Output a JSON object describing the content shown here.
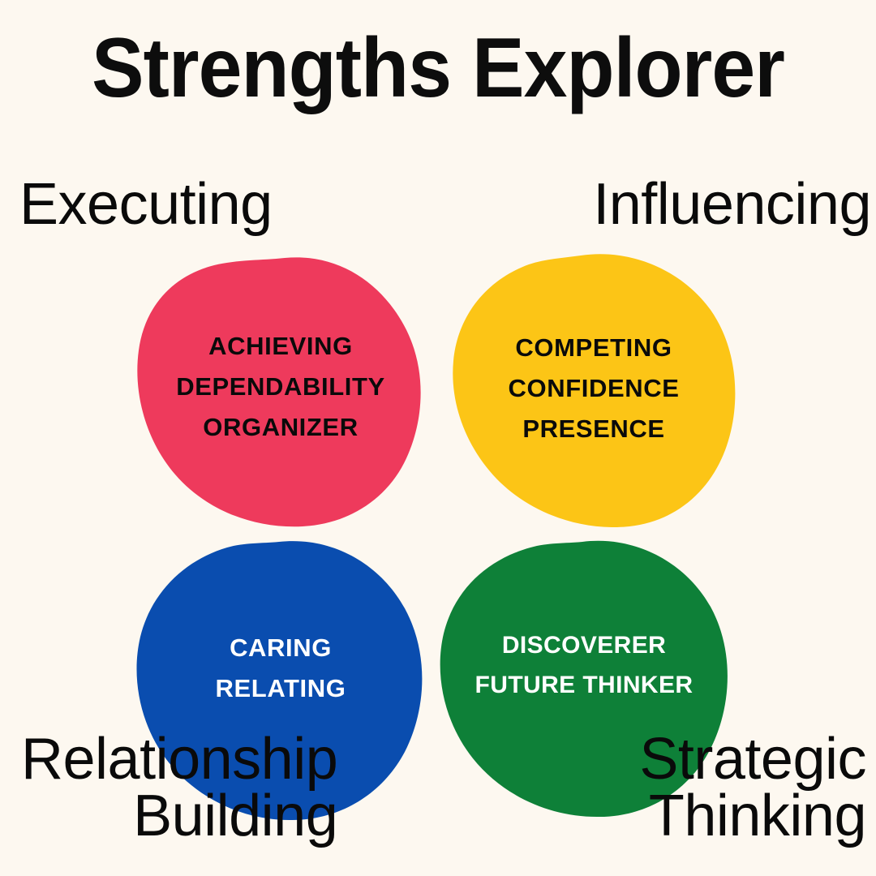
{
  "poster": {
    "title": "Strengths Explorer",
    "background_color": "#FDF8F0",
    "title_color": "#0D0D0D"
  },
  "domains": [
    {
      "key": "executing",
      "label": "Executing",
      "label_position": "top-left",
      "color": "#EE3A5C",
      "text_color": "#0A0A0A",
      "themes": [
        "ACHIEVING",
        "DEPENDABILITY",
        "ORGANIZER"
      ],
      "themes_text": "ACHIEVING\nDEPENDABILITY\nORGANIZER"
    },
    {
      "key": "influencing",
      "label": "Influencing",
      "label_position": "top-right",
      "color": "#FCC516",
      "text_color": "#0A0A0A",
      "themes": [
        "COMPETING",
        "CONFIDENCE",
        "PRESENCE"
      ],
      "themes_text": "COMPETING\nCONFIDENCE\nPRESENCE"
    },
    {
      "key": "relationship_building",
      "label": "Relationship\nBuilding",
      "label_position": "bottom-left",
      "color": "#0A4DAF",
      "text_color": "#FFFFFF",
      "themes": [
        "CARING",
        "RELATING"
      ],
      "themes_text": "CARING\nRELATING"
    },
    {
      "key": "strategic_thinking",
      "label": "Strategic\nThinking",
      "label_position": "bottom-right",
      "color": "#0E8038",
      "text_color": "#FFFFFF",
      "themes": [
        "DISCOVERER",
        "FUTURE THINKER"
      ],
      "themes_text": "DISCOVERER\nFUTURE THINKER"
    }
  ]
}
